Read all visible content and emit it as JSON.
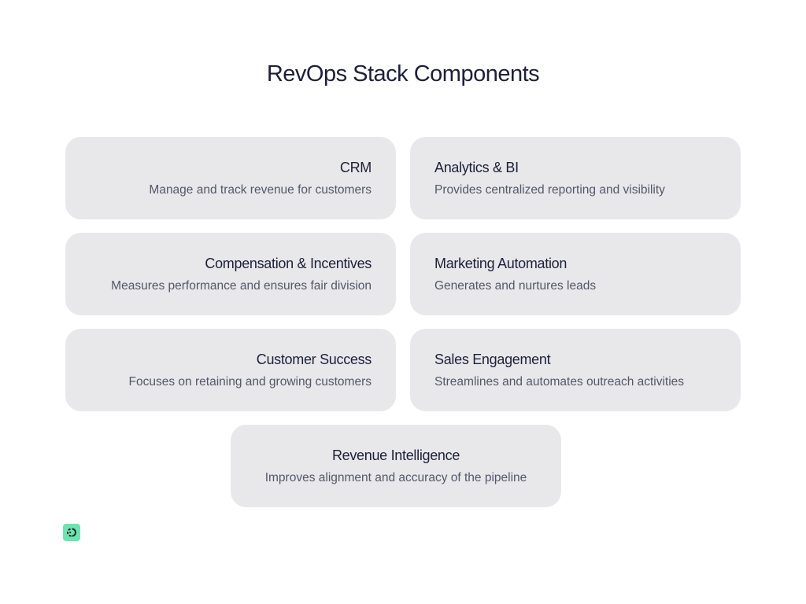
{
  "title": "RevOps Stack Components",
  "components": [
    {
      "title": "CRM",
      "description": "Manage and track revenue for customers"
    },
    {
      "title": "Analytics & BI",
      "description": "Provides centralized reporting and visibility"
    },
    {
      "title": "Compensation & Incentives",
      "description": "Measures performance and ensures fair division"
    },
    {
      "title": "Marketing Automation",
      "description": "Generates and nurtures leads"
    },
    {
      "title": "Customer Success",
      "description": "Focuses on retaining and growing customers"
    },
    {
      "title": "Sales Engagement",
      "description": "Streamlines and automates outreach activities"
    },
    {
      "title": "Revenue Intelligence",
      "description": "Improves alignment and accuracy of the pipeline"
    }
  ],
  "colors": {
    "card_background": "#e8e8ea",
    "title_text": "#1e1f3a",
    "description_text": "#55566a",
    "logo_accent": "#6de3b0"
  },
  "logo_icon": "brand-logo-icon"
}
